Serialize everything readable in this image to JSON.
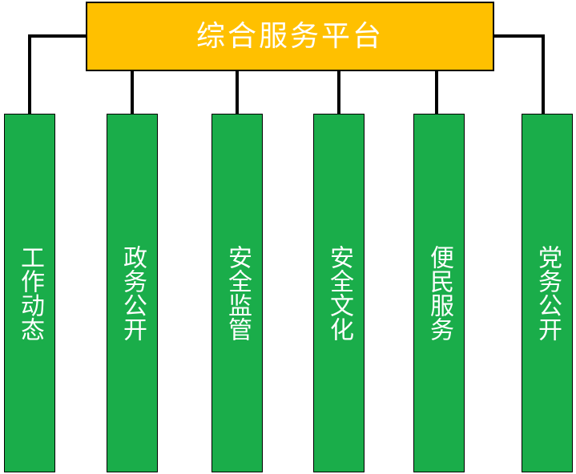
{
  "diagram": {
    "root": {
      "label": "综合服务平台",
      "color": "#ffc000",
      "text_color": "#ffffff"
    },
    "children": [
      {
        "label": "工作动态"
      },
      {
        "label": "政务公开"
      },
      {
        "label": "安全监管"
      },
      {
        "label": "安全文化"
      },
      {
        "label": "便民服务"
      },
      {
        "label": "党务公开"
      }
    ],
    "child_color": "#1aad4a",
    "line_color": "#000000"
  }
}
